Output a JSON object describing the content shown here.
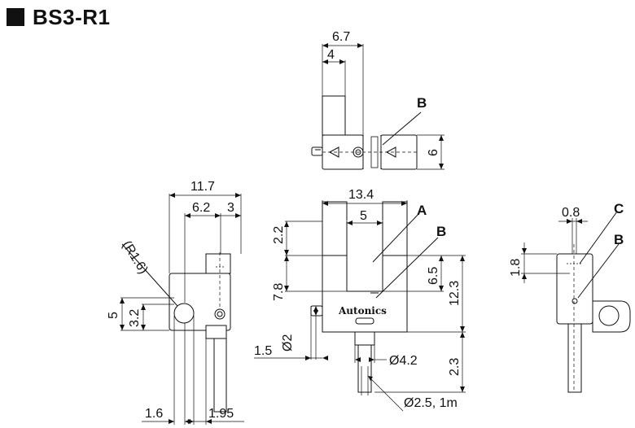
{
  "title": "BS3-R1",
  "top_view": {
    "dims": [
      "6.7",
      "4",
      "6"
    ],
    "label_b": "B"
  },
  "side_view": {
    "dims": [
      "11.7",
      "6.2",
      "3",
      "(R1.6)",
      "5",
      "3.2",
      "1.6",
      "1.95"
    ]
  },
  "front_view": {
    "dims": [
      "13.4",
      "5",
      "2.2",
      "7.8",
      "6.5",
      "12.3",
      "1.5",
      "Ø2",
      "Ø4.2",
      "2.3",
      "Ø2.5, 1m"
    ],
    "label_a": "A",
    "label_b": "B",
    "brand": "Autonics"
  },
  "right_view": {
    "dims": [
      "0.8",
      "1.8"
    ],
    "label_c": "C",
    "label_b": "B"
  }
}
